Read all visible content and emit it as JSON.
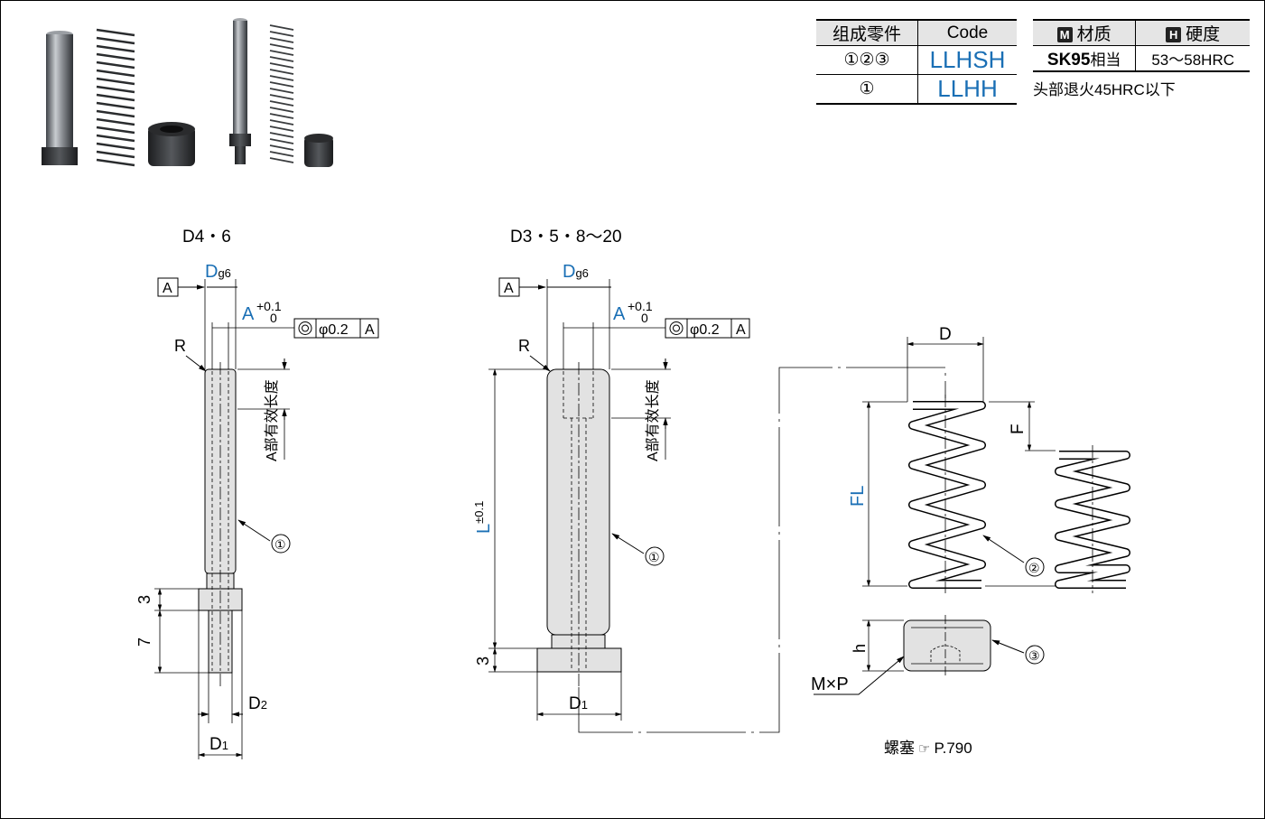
{
  "components_table": {
    "headers": [
      "组成零件",
      "Code"
    ],
    "rows": [
      {
        "parts": "①②③",
        "code": "LLHSH"
      },
      {
        "parts": "①",
        "code": "LLHH"
      }
    ]
  },
  "material_table": {
    "material_badge": "M",
    "material_header": "材质",
    "hardness_badge": "H",
    "hardness_header": "硬度",
    "material_grade": "SK95",
    "material_suffix": "相当",
    "hardness": "53～58HRC",
    "note": "头部退火45HRC以下"
  },
  "drawings": {
    "left_title": "D4・6",
    "middle_title": "D3・5・8～20",
    "datum": "A",
    "dg6_main": "D",
    "dg6_sub": "g6",
    "a_main": "A",
    "tol_plus": "+0.1",
    "tol_zero": "0",
    "runout_value": "φ0.2",
    "radius": "R",
    "effective_length": "A部有效长度",
    "callout_1": "①",
    "callout_2": "②",
    "callout_3": "③",
    "dim_3": "3",
    "dim_7": "7",
    "d1_main": "D",
    "d1_sub": "1",
    "d2_main": "D",
    "d2_sub": "2",
    "l_main": "L",
    "l_tol": "±0.1",
    "spring_d": "D",
    "spring_f": "F",
    "spring_fl": "FL",
    "plug_h": "h",
    "plug_mxp": "M×P"
  },
  "reference": {
    "text_before": "螺塞",
    "icon": "pointing-hand-icon",
    "text_after": "P.790"
  },
  "colors": {
    "accent_blue": "#1a6fb5",
    "part_fill": "#e2e2e2",
    "header_fill": "#e5e5e5"
  }
}
